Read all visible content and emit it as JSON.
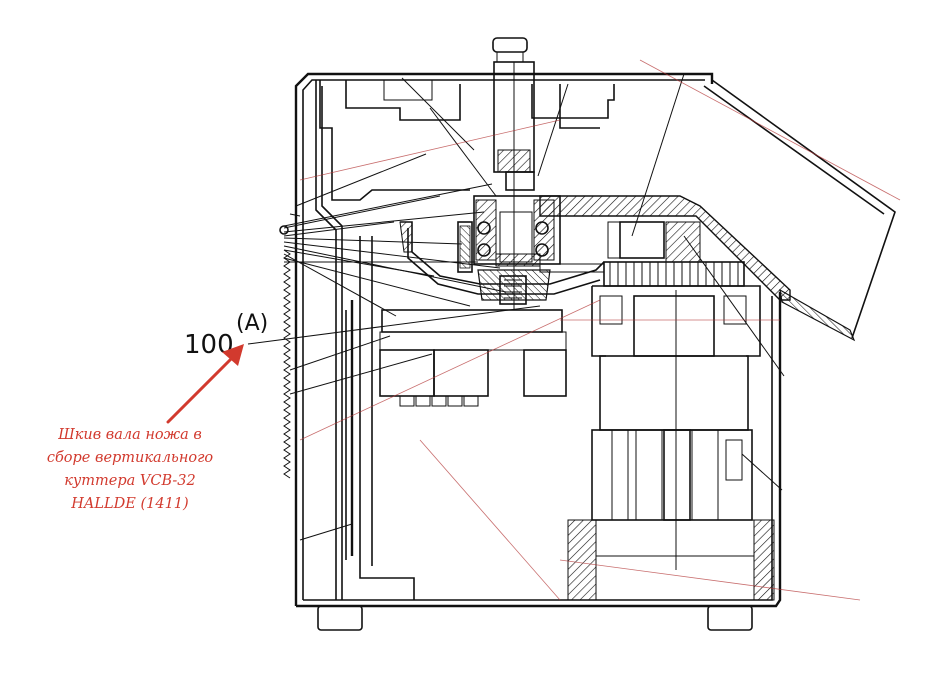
{
  "callout": {
    "number": "100",
    "letter": "(A)"
  },
  "caption": {
    "lines": [
      "Шкив вала ножа в",
      "сборе вертикального",
      "куттера VCB-32",
      "HALLDE (1411)"
    ]
  },
  "colors": {
    "line": "#111111",
    "annotation": "#d23a2e"
  }
}
